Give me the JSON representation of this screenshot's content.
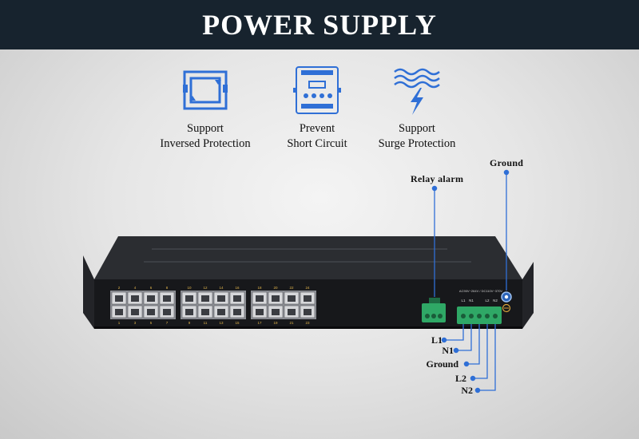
{
  "banner": {
    "title": "POWER SUPPLY"
  },
  "features": [
    {
      "icon": "inverse-protection-icon",
      "line1": "Support",
      "line2": "Inversed Protection"
    },
    {
      "icon": "short-circuit-icon",
      "line1": "Prevent",
      "line2": "Short Circuit"
    },
    {
      "icon": "surge-protection-icon",
      "line1": "Support",
      "line2": "Surge Protection"
    }
  ],
  "callouts": {
    "relay_alarm": "Relay alarm",
    "ground": "Ground"
  },
  "wiring": [
    "L1",
    "N1",
    "Ground",
    "L2",
    "N2"
  ],
  "device": {
    "power_label": "AC90V~264V / DC110V~370V",
    "terminal_labels": [
      "L1",
      "N1",
      "L2",
      "N2"
    ],
    "port_numbers_top": [
      "2",
      "4",
      "6",
      "8",
      "10",
      "12",
      "14",
      "16",
      "18",
      "20",
      "22",
      "24"
    ],
    "port_numbers_bottom": [
      "1",
      "3",
      "5",
      "7",
      "9",
      "11",
      "13",
      "15",
      "17",
      "19",
      "21",
      "23"
    ]
  },
  "colors": {
    "banner": "#17232e",
    "accent": "#2f6fd6",
    "terminal": "#2fa866"
  }
}
